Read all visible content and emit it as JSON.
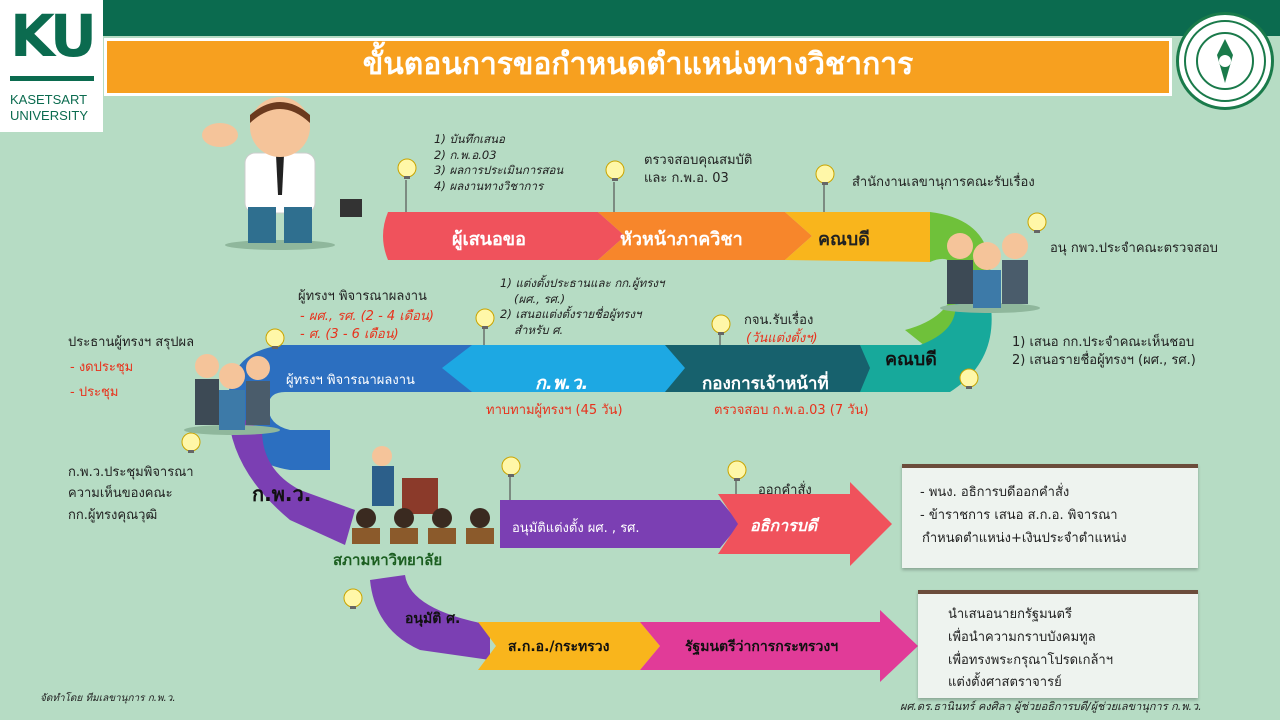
{
  "header": {
    "title": "ขั้นตอนการขอกำหนดตำแหน่งทางวิชาการ",
    "logo": {
      "mark": "KU",
      "line1": "KASETSART",
      "line2": "UNIVERSITY"
    },
    "seal_icon": "university-seal"
  },
  "flow": {
    "applicant": "ผู้เสนอขอ",
    "dept_head": "หัวหน้าภาควิชา",
    "dean_1": "คณบดี",
    "dean_2": "คณบดี",
    "personnel_div": "กองการเจ้าหน้าที่",
    "kpw_1": "ก.พ.ว.",
    "experts": "ผู้ทรงฯ พิจารณาผลงาน",
    "kpw_2": "ก.พ.ว.",
    "university_council": "สภามหาวิทยาลัย",
    "approve_appoint": "อนุมัติแต่งตั้ง ผศ. , รศ.",
    "president": "อธิการบดี",
    "approve_prof": "อนุมัติ ศ.",
    "ministry": "ส.ก.อ./กระทรวง",
    "minister": "รัฐมนตรีว่าการกระทรวงฯ"
  },
  "notes": {
    "applicant_docs": [
      "1) บันทึกเสนอ",
      "2) ก.พ.อ.03",
      "3) ผลการประเมินการสอน",
      "4) ผลงานทางวิชาการ"
    ],
    "dept_check": [
      "ตรวจสอบคุณสมบัติ",
      "และ ก.พ.อ. 03"
    ],
    "faculty_secretary": "สำนักงานเลขานุการคณะรับเรื่อง",
    "faculty_committee": "อนุ กพว.ประจำคณะตรวจสอบ",
    "dean_propose": [
      "1) เสนอ กก.ประจำคณะเห็นชอบ",
      "2) เสนอรายชื่อผู้ทรงฯ (ผศ., รศ.)"
    ],
    "personnel_receive": "กจน.รับเรื่อง",
    "personnel_appoint_date": "(วันแต่งตั้งฯ)",
    "personnel_check": "ตรวจสอบ ก.พ.อ.03 (7 วัน)",
    "kpw_appoint": [
      "1) แต่งตั้งประธานและ กก.ผู้ทรงฯ",
      "(ผศ., รศ.)",
      "2) เสนอแต่งตั้งรายชื่อผู้ทรงฯ",
      "สำหรับ ศ."
    ],
    "kpw_contact": "ทาบทามผู้ทรงฯ (45 วัน)",
    "experts_title": "ผู้ทรงฯ พิจารณาผลงาน",
    "experts_times": [
      "- ผศ., รศ. (2 - 4 เดือน)",
      "- ศ. (3 - 6 เดือน)"
    ],
    "chair_title": "ประธานผู้ทรงฯ สรุปผล",
    "chair_options": [
      "- งดประชุม",
      "- ประชุม"
    ],
    "kpw_meeting": [
      "ก.พ.ว.ประชุมพิจารณา",
      "ความเห็นของคณะ",
      "กก.ผู้ทรงคุณวุฒิ"
    ],
    "issue_order": "ออกคำสั่ง"
  },
  "boxes": {
    "president_box": [
      "- พนง. อธิการบดีออกคำสั่ง",
      "- ข้าราชการ เสนอ ส.ก.อ. พิจารณา",
      "กำหนดตำแหน่ง+เงินประจำตำแหน่ง"
    ],
    "pm_box": [
      "นำเสนอนายกรัฐมนตรี",
      "เพื่อนำความกราบบังคมทูล",
      "เพื่อทรงพระกรุณาโปรดเกล้าฯ",
      "แต่งตั้งศาสตราจารย์"
    ]
  },
  "footer": {
    "made_by": "จัดทำโดย ทีมเลขานุการ ก.พ.ว.",
    "credit": "ผศ.ดร.ธานินทร์ คงศิลา ผู้ช่วยอธิการบดี/ผู้ช่วยเลขานุการ ก.พ.ว."
  },
  "colors": {
    "green": "#0b6b4f",
    "orange": "#f7a01f",
    "red_arrow": "#f0525c",
    "orange_arrow": "#f7862b",
    "yellow_arrow": "#f9b51c",
    "teal": "#17a99b",
    "dark_teal": "#17616d",
    "blue": "#1da8e3",
    "dark_blue": "#2c6fc0",
    "purple": "#7b3fb3",
    "magenta": "#e13b98",
    "background": "#b6dcc4"
  },
  "icons": [
    "lightbulb-icon",
    "businessman-icon",
    "people-group-icon",
    "meeting-icon"
  ]
}
